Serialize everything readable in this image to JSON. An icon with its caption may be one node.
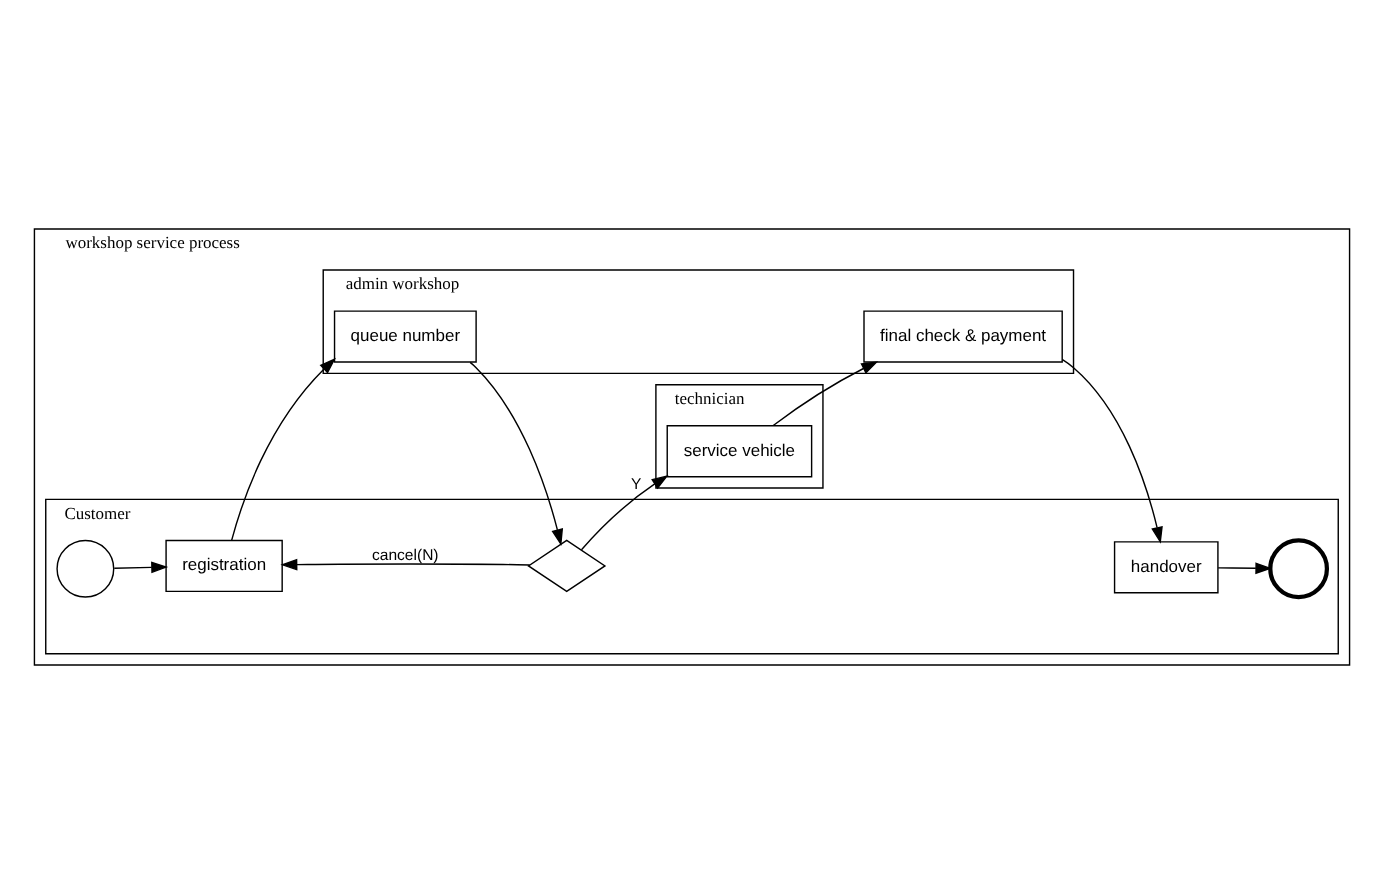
{
  "diagram": {
    "nodes": [
      {
        "text": [
          "workshop service process"
        ]
      },
      {
        "text": [
          "Customer"
        ],
        "in": 0
      },
      {
        "text": [
          "admin workshop"
        ],
        "in": 0
      },
      {
        "text": [
          "technician"
        ],
        "in": 0
      },
      {
        "text": [],
        "shape": "circle",
        "in": 1
      },
      {
        "text": [
          "registration"
        ],
        "in": 1
      },
      {
        "text": [],
        "shape": "diamond",
        "in": 1
      },
      {
        "text": [
          "handover"
        ],
        "in": 1
      },
      {
        "text": [],
        "shape": "circle",
        "in": 1
      },
      {
        "text": [
          "queue number"
        ],
        "in": 2
      },
      {
        "text": [
          "final check & payment"
        ],
        "in": 2
      },
      {
        "text": [
          "service vehicle"
        ],
        "in": 3
      }
    ],
    "edges": [
      {
        "from": 4,
        "to": 5,
        "arrow": "to"
      },
      {
        "from": 5,
        "to": 9,
        "arrow": "to"
      },
      {
        "from": 9,
        "to": 6,
        "arrow": "to"
      },
      {
        "from": 6,
        "to": 5,
        "arrow": "to",
        "label": "cancel(N)"
      },
      {
        "from": 6,
        "to": 11,
        "arrow": "to",
        "label": "Y"
      },
      {
        "from": 11,
        "to": 10,
        "arrow": "to"
      },
      {
        "from": 10,
        "to": 7,
        "arrow": "to"
      },
      {
        "from": 7,
        "to": 8,
        "arrow": "to"
      }
    ]
  }
}
